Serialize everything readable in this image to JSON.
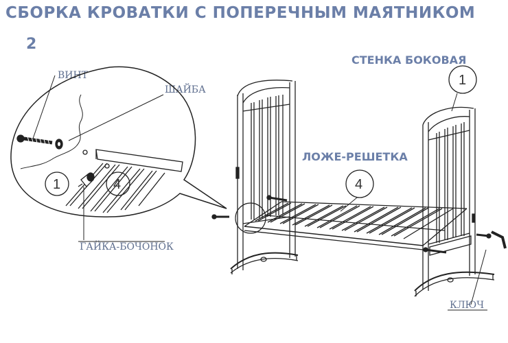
{
  "title": "СБОРКА КРОВАТКИ С ПОПЕРЕЧНЫМ МАЯТНИКОМ",
  "title_number": "2",
  "labels": {
    "screw": "ВИНТ",
    "washer": "ШАЙБА",
    "barrel_nut": "ГАЙКА-БОЧОНОК",
    "side_wall": "СТЕНКА БОКОВАЯ",
    "bed_base": "ЛОЖЕ-РЕШЕТКА",
    "key": "КЛЮЧ"
  },
  "callouts": {
    "side_wall_num": "1",
    "bed_base_num": "4",
    "detail_side_num": "1",
    "detail_base_num": "4"
  }
}
